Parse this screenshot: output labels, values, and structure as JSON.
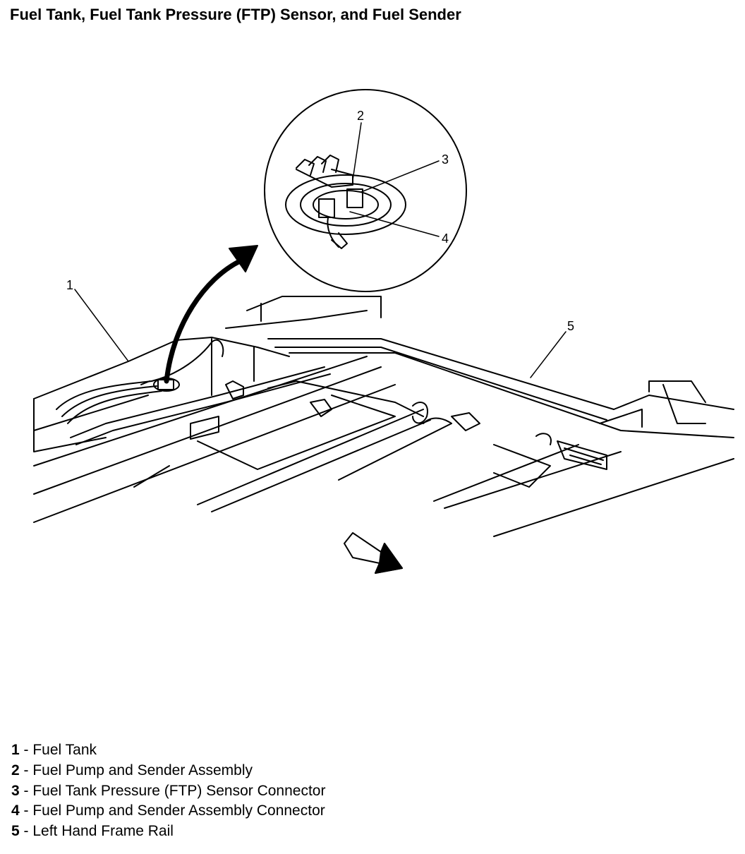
{
  "title": "Fuel Tank, Fuel Tank Pressure (FTP) Sensor, and Fuel Sender",
  "callouts": [
    "1",
    "2",
    "3",
    "4",
    "5"
  ],
  "legend": [
    {
      "num": "1",
      "text": " - Fuel Tank"
    },
    {
      "num": "2",
      "text": " - Fuel Pump and Sender Assembly"
    },
    {
      "num": "3",
      "text": " - Fuel Tank Pressure (FTP) Sensor Connector"
    },
    {
      "num": "4",
      "text": " - Fuel Pump and Sender Assembly Connector"
    },
    {
      "num": "5",
      "text": " - Left Hand Frame Rail"
    }
  ],
  "colors": {
    "ink": "#000000",
    "paper": "#ffffff"
  }
}
